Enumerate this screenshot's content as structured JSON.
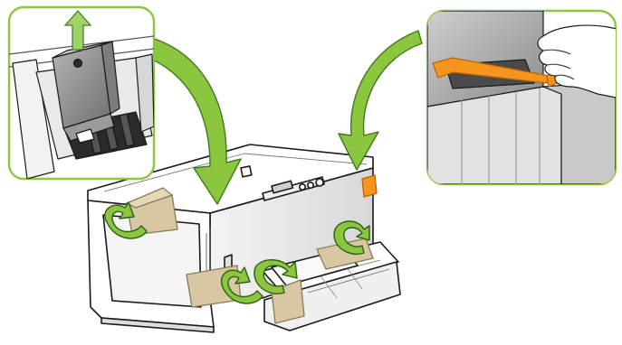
{
  "figure": {
    "subject": "printer-packing-removal",
    "colors": {
      "line": "#1a1a1a",
      "printer_body": "#ffffff",
      "printer_shade": "#e6e6e6",
      "tape": "#d9c7a3",
      "tape_edge": "#9b8a68",
      "arrow_green": "#8cc63f",
      "arrow_green_dark": "#3d7a1f",
      "callout_border": "#8cc63f",
      "callout_bg": "#ffffff",
      "tab_orange": "#f7941d",
      "cover_gray": "#8e8e8e"
    },
    "icons": [
      "lift-up-arrow-icon",
      "twist-arrow-icon",
      "curved-pointer-arrow-icon",
      "hand-icon"
    ]
  },
  "callouts": [
    {
      "name": "printhead-latch-callout",
      "depicts": "printhead-latch-with-lift-arrow"
    },
    {
      "name": "orange-tab-callout",
      "depicts": "hand-pulling-orange-tab"
    }
  ]
}
